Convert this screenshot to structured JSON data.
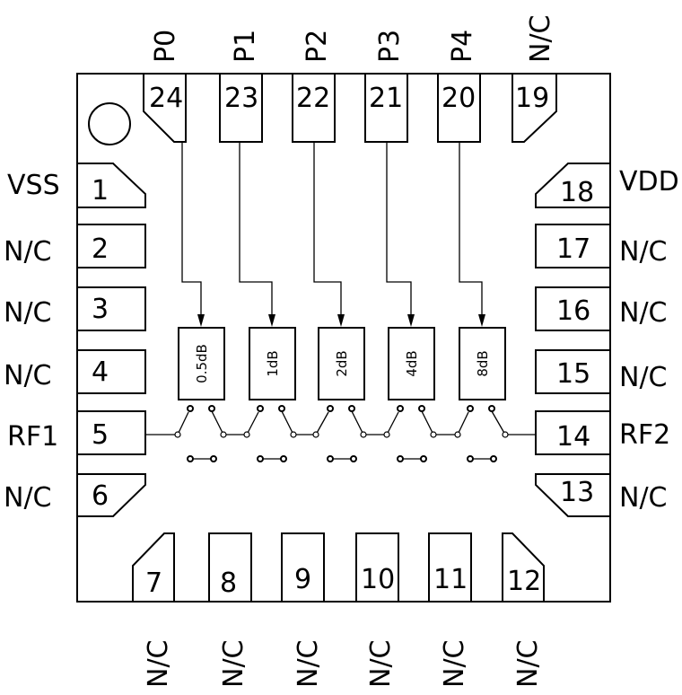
{
  "pins": {
    "left": [
      {
        "num": "1",
        "label": "VSS"
      },
      {
        "num": "2",
        "label": "N/C"
      },
      {
        "num": "3",
        "label": "N/C"
      },
      {
        "num": "4",
        "label": "N/C"
      },
      {
        "num": "5",
        "label": "RF1"
      },
      {
        "num": "6",
        "label": "N/C"
      }
    ],
    "bottom": [
      {
        "num": "7",
        "label": "N/C"
      },
      {
        "num": "8",
        "label": "N/C"
      },
      {
        "num": "9",
        "label": "N/C"
      },
      {
        "num": "10",
        "label": "N/C"
      },
      {
        "num": "11",
        "label": "N/C"
      },
      {
        "num": "12",
        "label": "N/C"
      }
    ],
    "right": [
      {
        "num": "13",
        "label": "N/C"
      },
      {
        "num": "14",
        "label": "RF2"
      },
      {
        "num": "15",
        "label": "N/C"
      },
      {
        "num": "16",
        "label": "N/C"
      },
      {
        "num": "17",
        "label": "N/C"
      },
      {
        "num": "18",
        "label": "VDD"
      }
    ],
    "top": [
      {
        "num": "19",
        "label": "N/C"
      },
      {
        "num": "20",
        "label": "P4"
      },
      {
        "num": "21",
        "label": "P3"
      },
      {
        "num": "22",
        "label": "P2"
      },
      {
        "num": "23",
        "label": "P1"
      },
      {
        "num": "24",
        "label": "P0"
      }
    ]
  },
  "attenuator_bits": [
    "0.5dB",
    "1dB",
    "2dB",
    "4dB",
    "8dB"
  ]
}
